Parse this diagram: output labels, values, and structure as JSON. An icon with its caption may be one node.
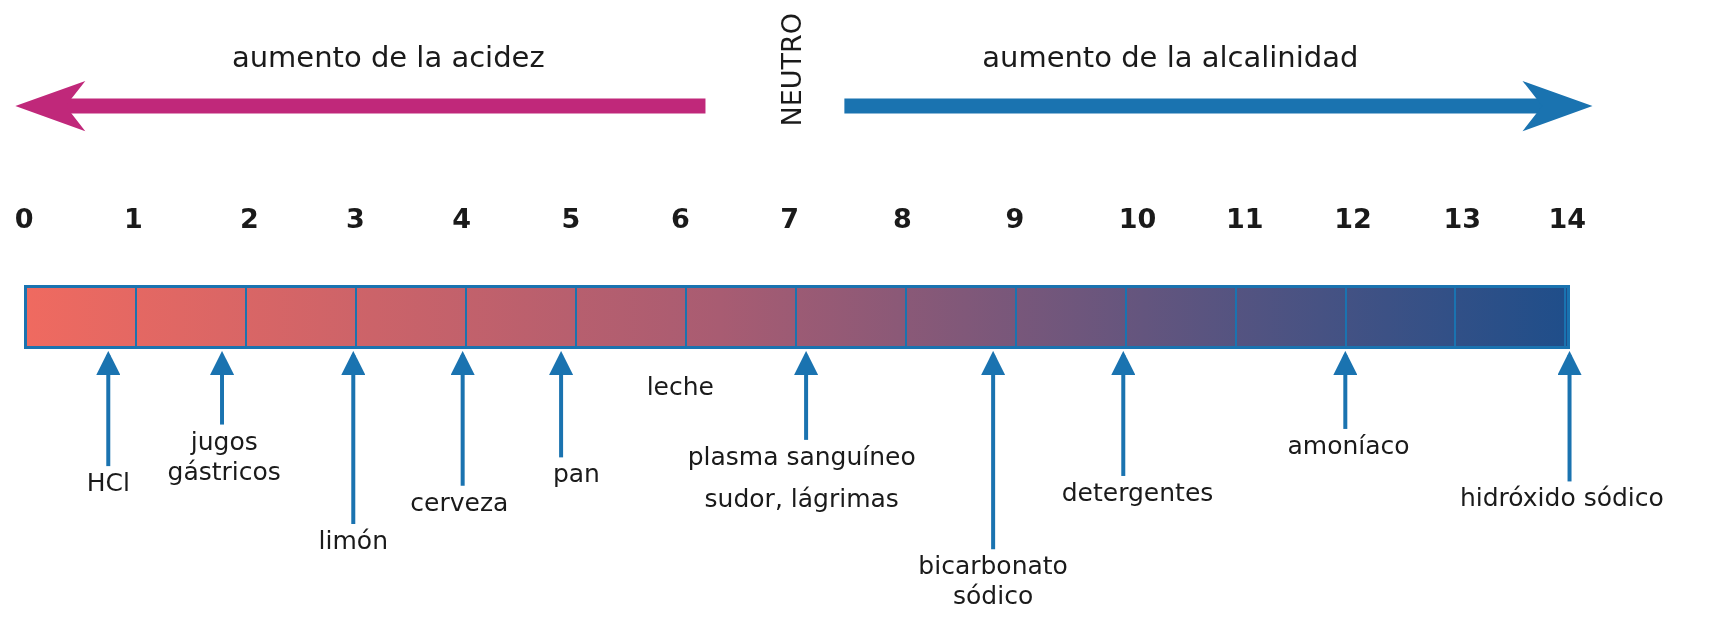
{
  "diagram": {
    "nodes": [
      {
        "text": [],
        "shape": "bar"
      },
      {
        "text": [
          "HCl"
        ]
      },
      {
        "text": [
          "jugos gástricos"
        ]
      },
      {
        "text": [
          "limón"
        ]
      },
      {
        "text": [
          "cerveza"
        ]
      },
      {
        "text": [
          "pan"
        ]
      },
      {
        "text": [
          "plasma sanguíneo",
          "sudor, lágrimas"
        ]
      },
      {
        "text": [
          "bicarbonato sódico"
        ]
      },
      {
        "text": [
          "detergentes"
        ]
      },
      {
        "text": [
          "amoníaco"
        ]
      },
      {
        "text": [
          "hidróxido sódico"
        ]
      }
    ],
    "edges": [
      {
        "from": 1,
        "to": 0,
        "arrow": "to"
      },
      {
        "from": 2,
        "to": 0,
        "arrow": "to"
      },
      {
        "from": 3,
        "to": 0,
        "arrow": "to"
      },
      {
        "from": 4,
        "to": 0,
        "arrow": "to"
      },
      {
        "from": 5,
        "to": 0,
        "arrow": "to"
      },
      {
        "from": 6,
        "to": 0,
        "arrow": "to"
      },
      {
        "from": 7,
        "to": 0,
        "arrow": "to"
      },
      {
        "from": 8,
        "to": 0,
        "arrow": "to"
      },
      {
        "from": 9,
        "to": 0,
        "arrow": "to"
      },
      {
        "from": 10,
        "to": 0,
        "arrow": "to"
      }
    ],
    "labels": [
      "aumento de la acidez",
      "NEUTRO",
      "aumento de la alcalinidad",
      "0",
      "1",
      "2",
      "3",
      "4",
      "5",
      "6",
      "7",
      "8",
      "9",
      "10",
      "11",
      "12",
      "13",
      "14",
      "leche"
    ]
  }
}
